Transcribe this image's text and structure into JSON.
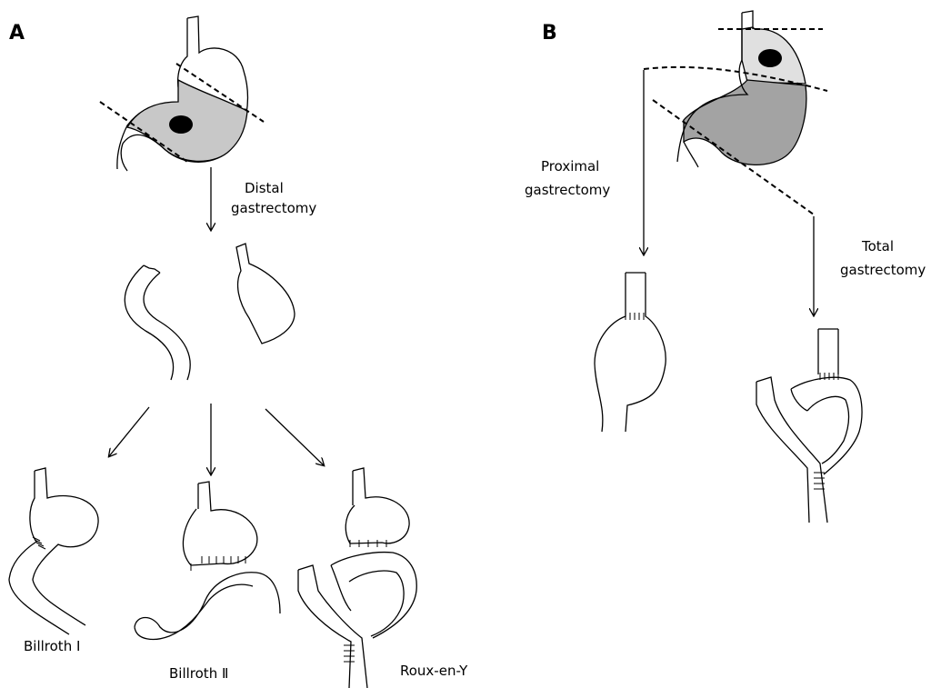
{
  "panels": {
    "a": {
      "letter": "A"
    },
    "b": {
      "letter": "B"
    }
  },
  "labels": {
    "distal_line1": "Distal",
    "distal_line2": "gastrectomy",
    "proximal_line1": "Proximal",
    "proximal_line2": "gastrectomy",
    "total_line1": "Total",
    "total_line2": "gastrectomy",
    "billroth1": "Billroth Ⅰ",
    "billroth2": "Billroth Ⅱ",
    "rouxeny": "Roux-en-Y"
  },
  "colors": {
    "resected_region": "#c8c8c8",
    "lower_region": "#a3a3a3",
    "upper_region": "#e0e0e0",
    "tumor": "#000000"
  }
}
